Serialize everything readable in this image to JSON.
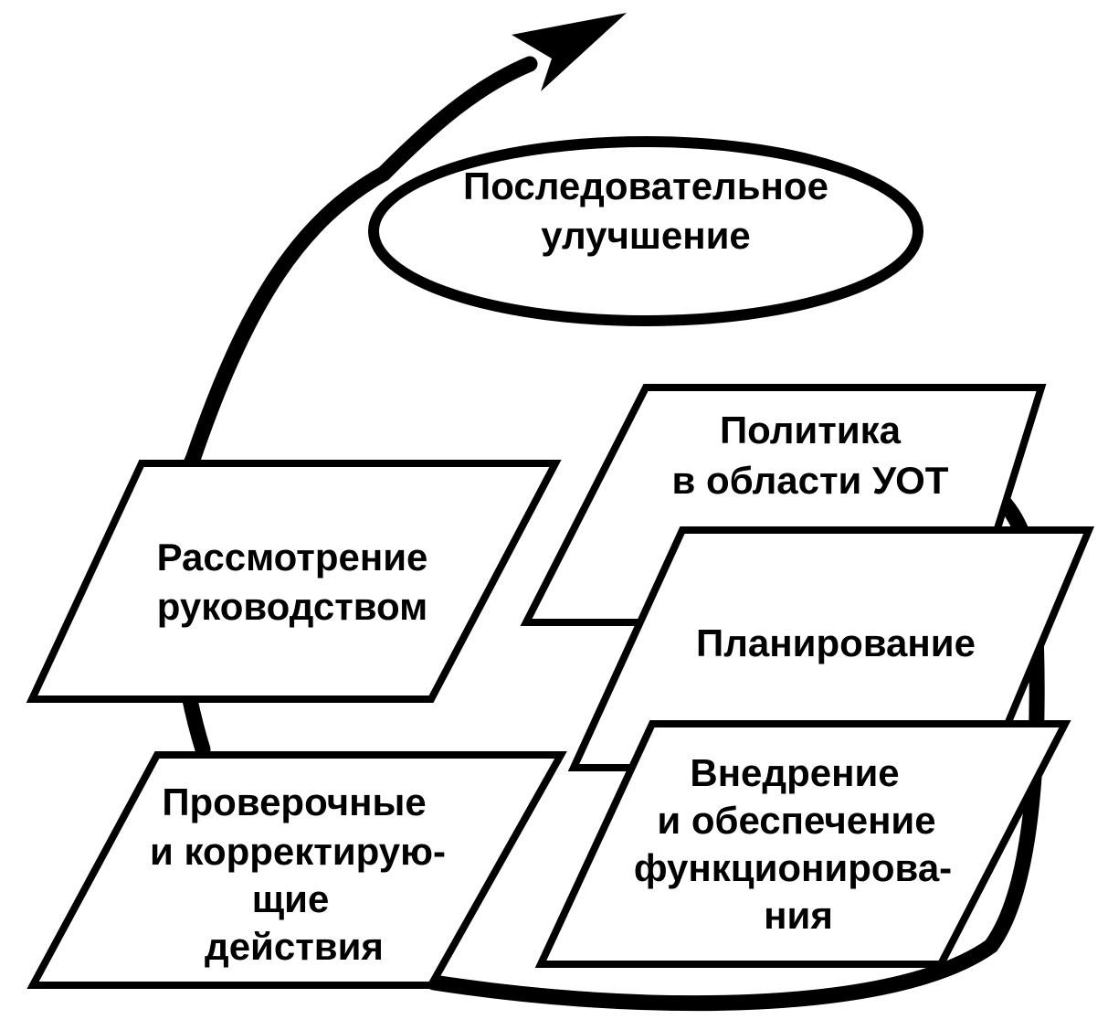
{
  "diagram": {
    "ellipse": {
      "lines": [
        "Последовательное",
        "улучшение"
      ]
    },
    "boxes": [
      {
        "id": "politika",
        "lines": [
          "Политика",
          "в области УОТ"
        ]
      },
      {
        "id": "planirovanie",
        "lines": [
          "Планирование"
        ]
      },
      {
        "id": "vnedrenie",
        "lines": [
          "Внедрение",
          "и обеспечение",
          "функционирова-",
          "ния"
        ]
      },
      {
        "id": "proverochnye",
        "lines": [
          "Проверочные",
          "и корректирую-",
          "щие",
          "действия"
        ]
      },
      {
        "id": "rassmotrenie",
        "lines": [
          "Рассмотрение",
          "руководством"
        ]
      }
    ],
    "colors": {
      "line": "#000000",
      "fill": "#ffffff"
    }
  }
}
